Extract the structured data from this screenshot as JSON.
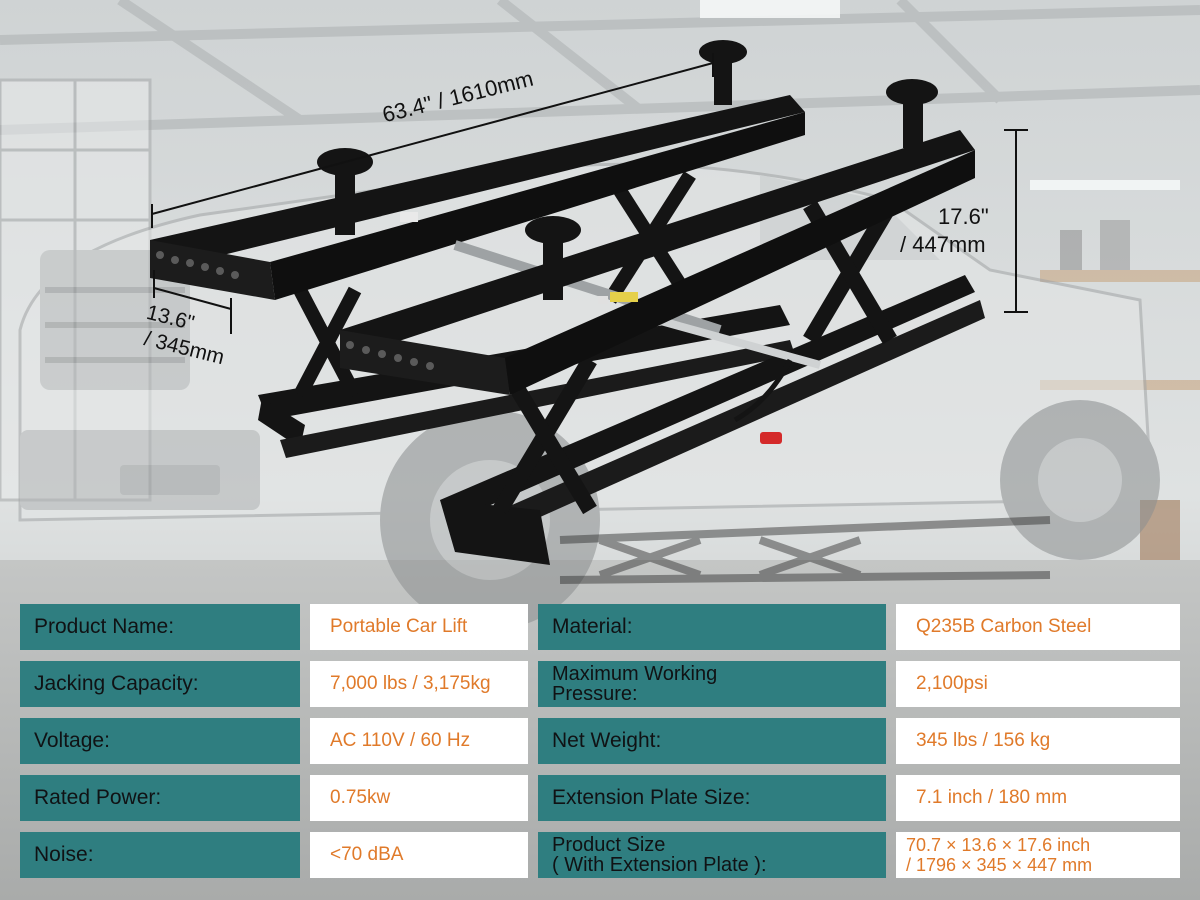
{
  "dimensions": {
    "length": "63.4\" / 1610mm",
    "height_line1": "17.6\"",
    "height_line2": "/ 447mm",
    "width_line1": "13.6\"",
    "width_line2": "/ 345mm"
  },
  "specs": {
    "rows": [
      {
        "label_left": "Product Name:",
        "value_left": "Portable Car Lift",
        "label_right_1": "Material:",
        "label_right_2": "",
        "value_right_1": "Q235B Carbon Steel",
        "value_right_2": ""
      },
      {
        "label_left": "Jacking Capacity:",
        "value_left": "7,000 lbs / 3,175kg",
        "label_right_1": "Maximum Working",
        "label_right_2": "Pressure:",
        "value_right_1": "2,100psi",
        "value_right_2": ""
      },
      {
        "label_left": "Voltage:",
        "value_left": "AC 110V / 60 Hz",
        "label_right_1": "Net Weight:",
        "label_right_2": "",
        "value_right_1": "345 lbs / 156 kg",
        "value_right_2": ""
      },
      {
        "label_left": "Rated Power:",
        "value_left": "0.75kw",
        "label_right_1": "Extension Plate Size:",
        "label_right_2": "",
        "value_right_1": "7.1 inch / 180 mm",
        "value_right_2": ""
      },
      {
        "label_left": "Noise:",
        "value_left": "<70 dBA",
        "label_right_1": "Product Size",
        "label_right_2": "( With Extension Plate ):",
        "value_right_1": "70.7 × 13.6 × 17.6 inch",
        "value_right_2": "/ 1796 × 345 × 447 mm"
      }
    ]
  },
  "colors": {
    "label_bg": "#2f7e80",
    "value_text": "#e07a2a",
    "lift_black": "#141414"
  }
}
